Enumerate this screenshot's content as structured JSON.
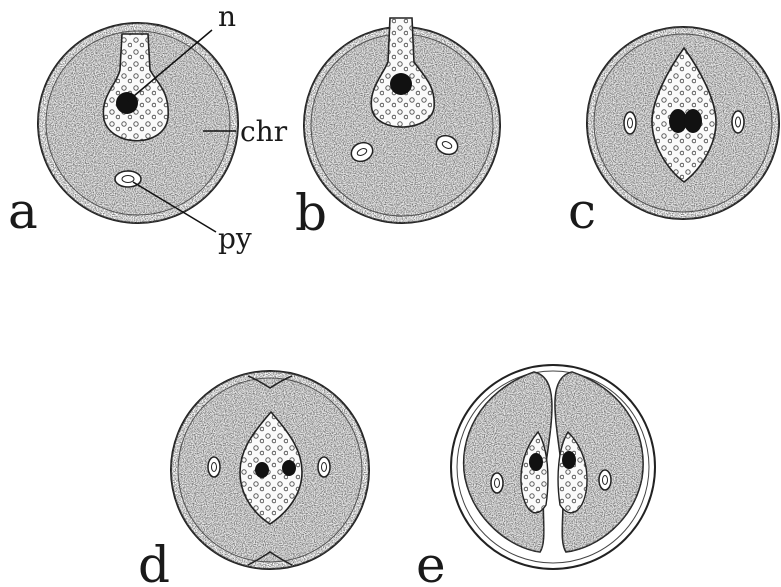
{
  "figure": {
    "panels": [
      {
        "id": "a",
        "label": "a"
      },
      {
        "id": "b",
        "label": "b"
      },
      {
        "id": "c",
        "label": "c"
      },
      {
        "id": "d",
        "label": "d"
      },
      {
        "id": "e",
        "label": "e"
      }
    ],
    "callouts": {
      "nucleus": "n",
      "chromatophore": "chr",
      "pyrenoid": "py"
    }
  }
}
